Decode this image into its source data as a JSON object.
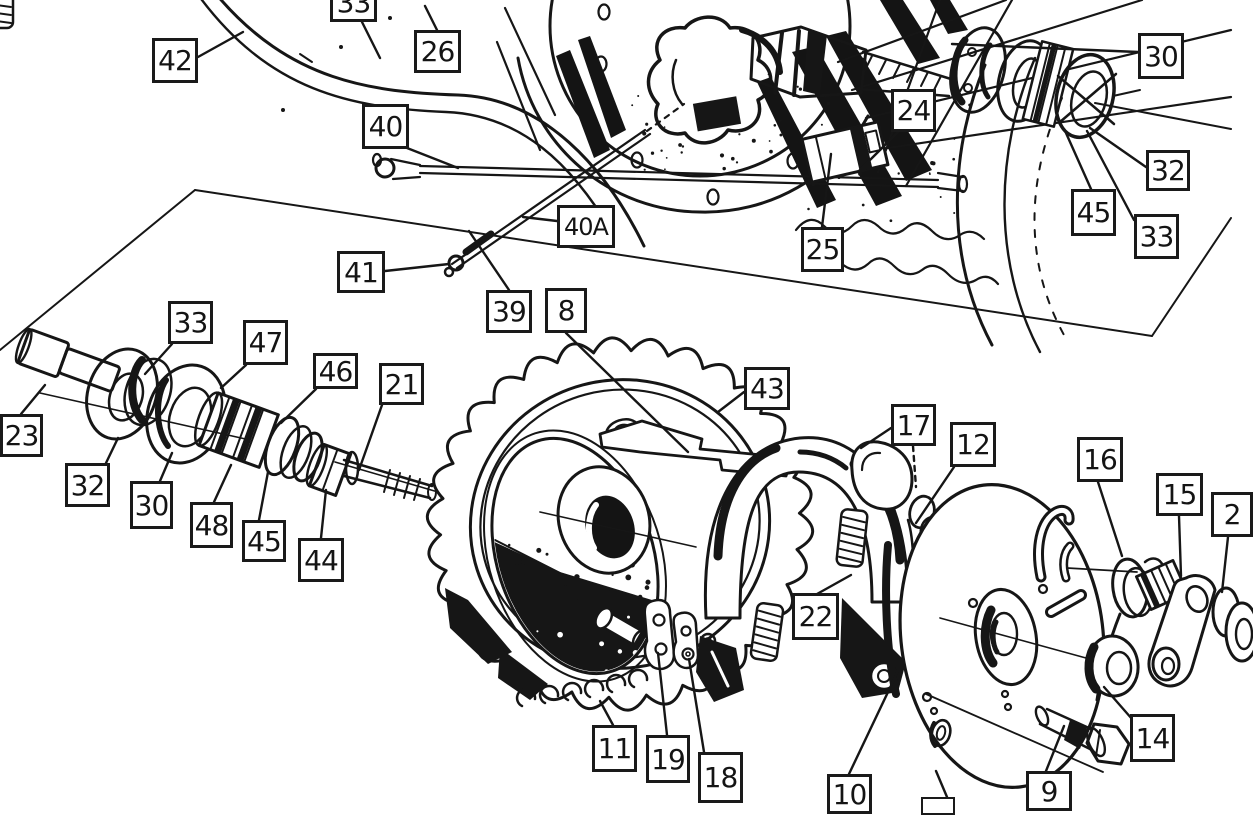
{
  "figure": {
    "kind": "exploded-parts-diagram",
    "subject": "rear wheel hub, brake drum, brake shoes and sprocket assembly",
    "style": "black-and-white line art, scanned service-manual page",
    "ink_color": "#161616",
    "paper_color": "#ffffff"
  },
  "part_numbers_visible": [
    "2",
    "8",
    "9",
    "10",
    "11",
    "12",
    "14",
    "15",
    "16",
    "17",
    "18",
    "19",
    "21",
    "22",
    "23",
    "24",
    "25",
    "26",
    "30",
    "32",
    "33",
    "39",
    "40",
    "40A",
    "41",
    "42",
    "43",
    "44",
    "45",
    "46",
    "47",
    "48"
  ],
  "callouts": {
    "n42": {
      "label": "42"
    },
    "n33_top": {
      "label": "33"
    },
    "n26": {
      "label": "26"
    },
    "n30_axle": {
      "label": "30"
    },
    "n24": {
      "label": "24"
    },
    "n32_axle": {
      "label": "32"
    },
    "n45_axle": {
      "label": "45"
    },
    "n33_axle": {
      "label": "33"
    },
    "n40": {
      "label": "40"
    },
    "n40a": {
      "label": "40A"
    },
    "n41": {
      "label": "41"
    },
    "n25": {
      "label": "25"
    },
    "n39": {
      "label": "39"
    },
    "n8": {
      "label": "8"
    },
    "n33_shaft": {
      "label": "33"
    },
    "n47": {
      "label": "47"
    },
    "n46": {
      "label": "46"
    },
    "n21": {
      "label": "21"
    },
    "n23": {
      "label": "23"
    },
    "n32_shaft": {
      "label": "32"
    },
    "n30_shaft": {
      "label": "30"
    },
    "n48": {
      "label": "48"
    },
    "n45_shaft": {
      "label": "45"
    },
    "n44": {
      "label": "44"
    },
    "n43": {
      "label": "43"
    },
    "n17": {
      "label": "17"
    },
    "n12": {
      "label": "12"
    },
    "n16": {
      "label": "16"
    },
    "n15": {
      "label": "15"
    },
    "n2_partial": {
      "label": "2"
    },
    "n22": {
      "label": "22"
    },
    "n11": {
      "label": "11"
    },
    "n19": {
      "label": "19"
    },
    "n18": {
      "label": "18"
    },
    "n10": {
      "label": "10"
    },
    "n9": {
      "label": "9"
    },
    "n14": {
      "label": "14"
    }
  }
}
